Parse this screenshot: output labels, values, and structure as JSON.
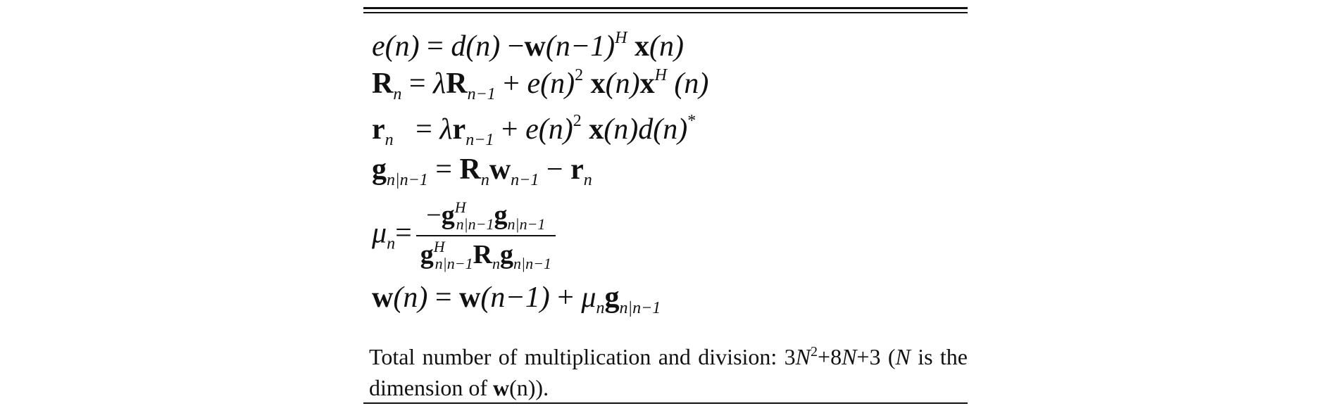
{
  "equations": {
    "e": {
      "lhs": "e(n)",
      "eq": "=",
      "d": "d(n)",
      "minus": "−",
      "w_sym": "w",
      "w_arg": "(n−1)",
      "w_sup": "H",
      "x_sym": "x",
      "x_arg": "(n)"
    },
    "R": {
      "sym": "R",
      "sub": "n",
      "eq": "=",
      "lambda": "λ",
      "R2": "R",
      "R2_sub": "n−1",
      "plus": "+",
      "e_term": "e(n)",
      "e_sup": "2",
      "x1": "x",
      "x1_arg": "(n)",
      "x2": "x",
      "x2_sup": "H",
      "x2_arg": "(n)"
    },
    "r": {
      "sym": "r",
      "sub": "n",
      "eq": "=",
      "lambda": "λ",
      "r2": "r",
      "r2_sub": "n−1",
      "plus": "+",
      "e_term": "e(n)",
      "e_sup": "2",
      "x": "x",
      "x_arg": "(n)",
      "d": "d(n)",
      "d_sup": "*"
    },
    "g": {
      "sym": "g",
      "sub": "n|n−1",
      "eq": "=",
      "R": "R",
      "R_sub": "n",
      "w": "w",
      "w_sub": "n−1",
      "minus": "−",
      "r": "r",
      "r_sub": "n"
    },
    "mu": {
      "sym": "μ",
      "sub": "n",
      "eq": "=",
      "num_minus": "−",
      "num_g1": "g",
      "num_g1_sup": "H",
      "num_g1_sub": "n|n−1",
      "num_g2": "g",
      "num_g2_sub": "n|n−1",
      "den_g1": "g",
      "den_g1_sup": "H",
      "den_g1_sub": "n|n−1",
      "den_R": "R",
      "den_R_sub": "n",
      "den_g2": "g",
      "den_g2_sub": "n|n−1"
    },
    "w": {
      "sym": "w",
      "arg": "(n)",
      "eq": "=",
      "w2": "w",
      "w2_arg": "(n−1)",
      "plus": "+",
      "mu": "μ",
      "mu_sub": "n",
      "g": "g",
      "g_sub": "n|n−1"
    }
  },
  "note": {
    "part1": "Total number of multiplication and division: 3",
    "N1": "N",
    "sup": "2",
    "part2": "+8",
    "N2": "N",
    "part3": "+3 (",
    "N3": "N",
    "part4": " is the dimension of ",
    "w": "w",
    "part5": "(n))."
  }
}
